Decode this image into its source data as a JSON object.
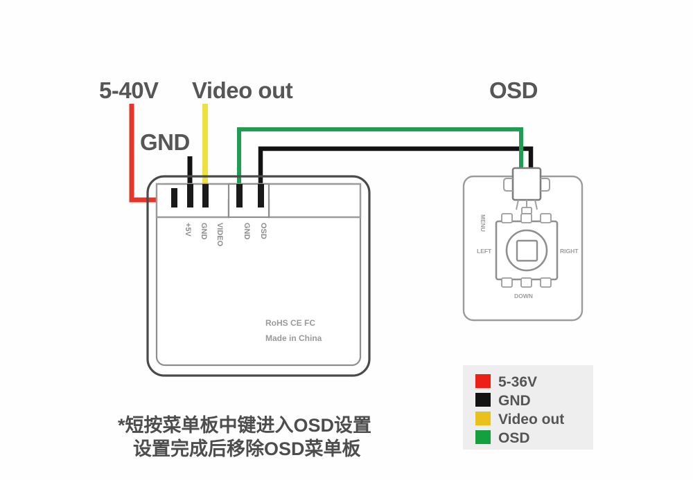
{
  "title": "FPV Camera OSD Menu Board Wiring Diagram",
  "background_color": "#fefefe",
  "annotations": {
    "power_label": "5-40V",
    "video_label": "Video out",
    "gnd_label": "GND",
    "osd_label": "OSD"
  },
  "camera_board": {
    "pins": [
      {
        "name": "+5V",
        "label": "+5V"
      },
      {
        "name": "GND",
        "label": "GND"
      },
      {
        "name": "VIDEO",
        "label": "VIDEO"
      },
      {
        "name": "GND",
        "label": "GND"
      },
      {
        "name": "OSD",
        "label": "OSD"
      }
    ],
    "marking_line1": "RoHS CE FC",
    "marking_line2": "Made in China"
  },
  "osd_board": {
    "button_left_label": "LEFT",
    "button_right_label": "RIGHT",
    "button_down_label": "DOWN",
    "side_text": "MENU"
  },
  "legend": {
    "items": [
      {
        "label": "5-36V",
        "color": "#ee2016"
      },
      {
        "label": "GND",
        "color": "#121212"
      },
      {
        "label": "Video out",
        "color": "#e8c21a"
      },
      {
        "label": "OSD",
        "color": "#14a03c"
      }
    ]
  },
  "caption": {
    "line1": "*短按菜单板中键进入OSD设置",
    "line2": "设置完成后移除OSD菜单板"
  },
  "wire_colors": {
    "power": "#e8352b",
    "ground": "#121212",
    "video": "#ece13f",
    "osd": "#1f9d53"
  }
}
